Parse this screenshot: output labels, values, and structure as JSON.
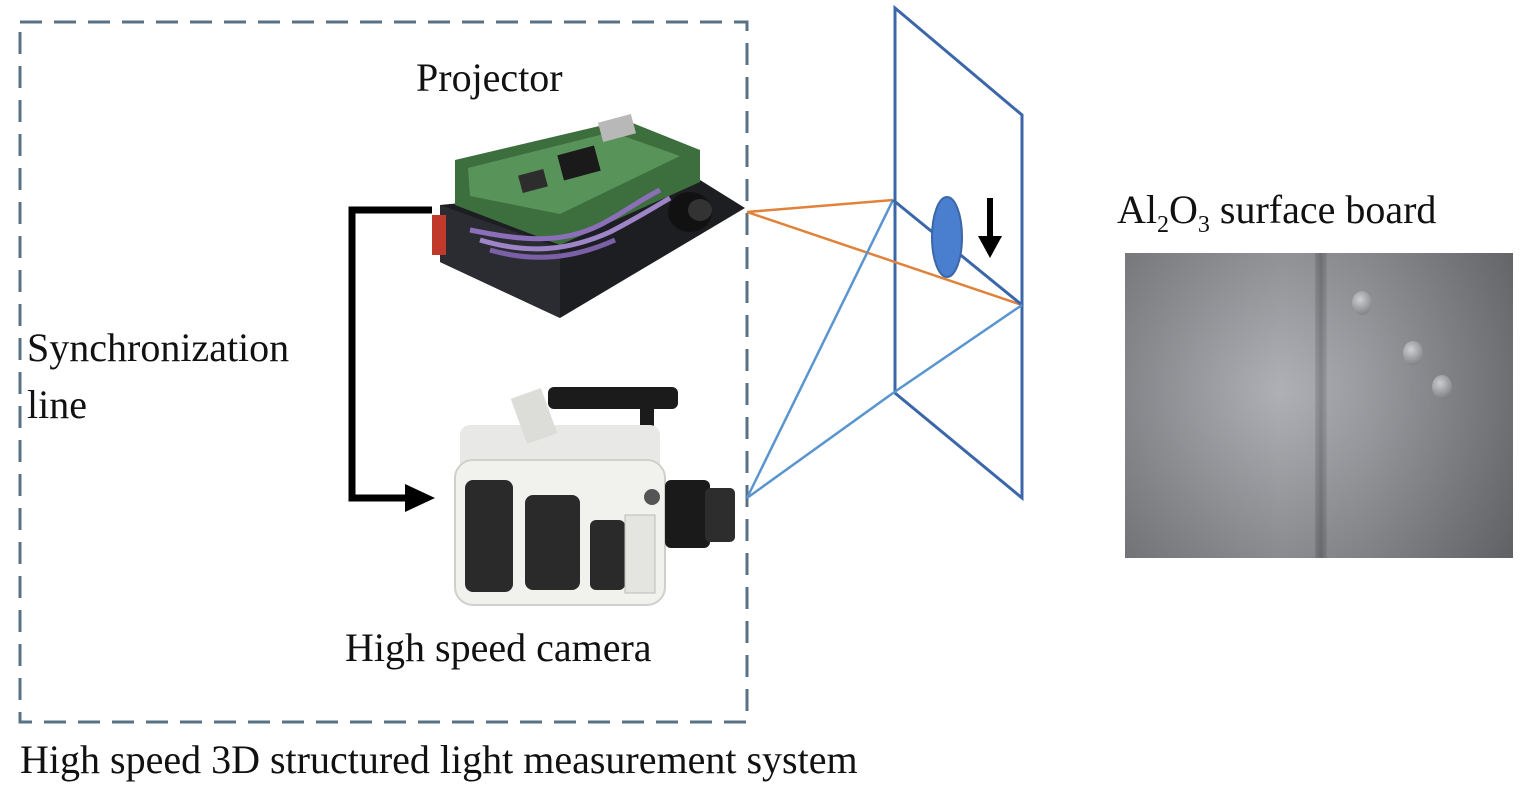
{
  "labels": {
    "projector": "Projector",
    "camera": "High speed camera",
    "sync_line_1": "Synchronization",
    "sync_line_2": "line",
    "system": "High speed 3D structured light measurement system",
    "surface_board_prefix": "Al",
    "surface_board_sub1": "2",
    "surface_board_mid": "O",
    "surface_board_sub2": "3",
    "surface_board_suffix": " surface board"
  },
  "colors": {
    "dashed_box": "#5a7184",
    "plane_lines": "#3b66a8",
    "projection_rays": "#e0823a",
    "camera_rays": "#5a95cf",
    "droplet_fill": "#4a7fd0",
    "sync_line": "#000000"
  },
  "icons": {
    "projector_image": "projector-board-picture",
    "camera_image": "high-speed-camera-picture",
    "arrow_down": "down-arrow-icon",
    "sync_arrow": "right-arrow-icon"
  }
}
